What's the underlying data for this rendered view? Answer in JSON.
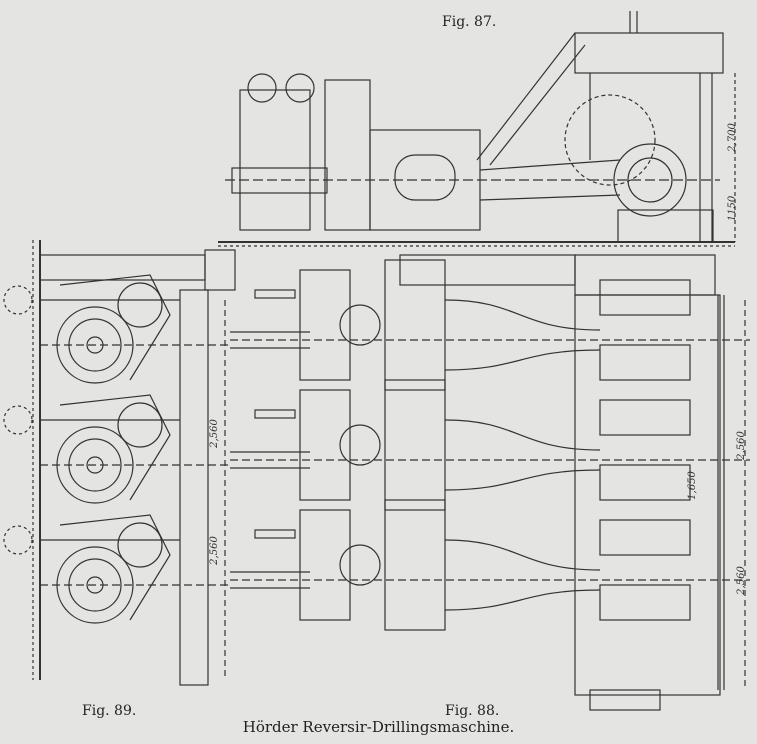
{
  "figures": {
    "fig87": "Fig. 87.",
    "fig88": "Fig. 88.",
    "fig89": "Fig. 89."
  },
  "caption": "Hörder Reversir-Drillingsmaschine.",
  "dimensions": {
    "fig87_height_upper": "2,700",
    "fig87_height_lower": "1150",
    "fig89_spacing_1": "2,560",
    "fig89_spacing_2": "2,560",
    "fig88_spacing_1": "2,560",
    "fig88_center": "1,650",
    "fig88_spacing_2": "2,560"
  }
}
